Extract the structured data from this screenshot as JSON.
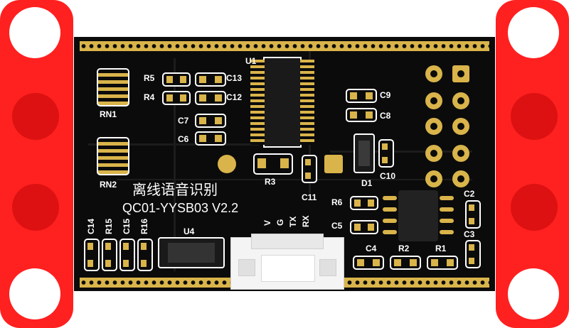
{
  "board": {
    "title_cn": "离线语音识别",
    "model": "QC01-YYSB03 V2.2"
  },
  "labels": {
    "u1": "U1",
    "u4": "U4",
    "r3": "R3",
    "r4": "R4",
    "r5": "R5",
    "r6": "R6",
    "r1": "R1",
    "r2": "R2",
    "r15": "R15",
    "r16": "R16",
    "c4": "C4",
    "c5": "C5",
    "c6": "C6",
    "c7": "C7",
    "c8": "C8",
    "c9": "C9",
    "c10": "C10",
    "c11": "C11",
    "c12": "C12",
    "c13": "C13",
    "c14": "C14",
    "c15": "C15",
    "c2": "C2",
    "c3": "C3",
    "d1": "D1",
    "rn1": "RN1",
    "rn2": "RN2"
  },
  "pins": {
    "v": "V",
    "g": "G",
    "tx": "TX",
    "rx": "RX"
  },
  "colors": {
    "plate": "#ff2020",
    "pcb": "#0b0b0b",
    "gold": "#d9b44a",
    "silk": "#ffffff"
  }
}
